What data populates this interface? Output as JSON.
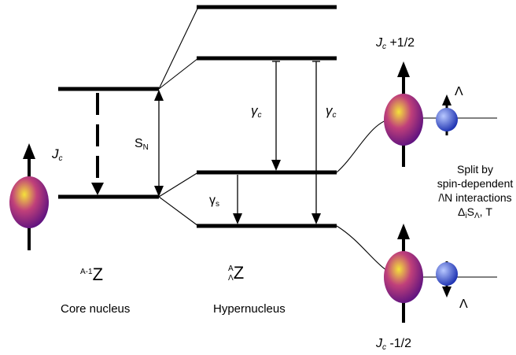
{
  "core": {
    "spin_label": "J",
    "spin_sub": "c",
    "mass_prefix": "A-1",
    "element": "Z",
    "caption": "Core nucleus"
  },
  "hyper": {
    "mass_prefix": "A",
    "hyperon_sub": "Λ",
    "element": "Z",
    "caption": "Hypernucleus"
  },
  "gap": {
    "label": "S",
    "label_sub": "N"
  },
  "transitions": {
    "gamma_c": "γ",
    "gamma_c_sub": "c",
    "gamma_s": "γ",
    "gamma_s_sub": "s"
  },
  "states": {
    "upper_label": "J",
    "upper_sub": "c",
    "upper_suffix": "+1/2",
    "lower_label": "J",
    "lower_sub": "c",
    "lower_suffix": "-1/2",
    "lambda_symbol": "Λ"
  },
  "note": {
    "line1": "Split by",
    "line2": "spin-dependent",
    "line3": "/\\N interactions",
    "line4_prefix": "Δ",
    "line4_sub1": "i",
    "line4_mid": "S",
    "line4_sub2": "Λ",
    "line4_suffix": ", T"
  },
  "colors": {
    "nucleus_light": "#f5e23a",
    "nucleus_mid": "#c0407a",
    "nucleus_dark": "#5a1080",
    "lambda_light": "#b8c8ff",
    "lambda_dark": "#1a2fb0",
    "line": "#000000"
  }
}
